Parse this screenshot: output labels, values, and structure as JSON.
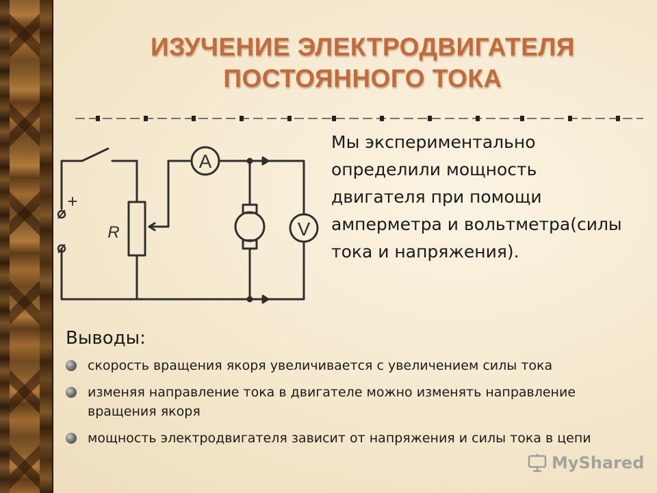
{
  "slide": {
    "title_lines": [
      "ИЗУЧЕНИЕ  ЭЛЕКТРОДВИГАТЕЛЯ",
      "ПОСТОЯННОГО ТОКА"
    ],
    "description": "Мы экспериментально определили мощность двигателя при помощи амперметра и вольтметра(силы тока и напряжения).",
    "conclusions_heading": "Выводы:",
    "conclusions": [
      "скорость вращения якоря увеличивается с увеличением силы тока",
      "изменяя направление тока в двигателе можно  изменять направление вращения якоря",
      "мощность электродвигателя зависит от напряжения и силы тока в цепи"
    ]
  },
  "circuit": {
    "ammeter_label": "A",
    "voltmeter_label": "V",
    "resistor_label": "R",
    "plus_label": "+",
    "terminal_symbol": "⌀"
  },
  "watermark": {
    "text": "MyShared",
    "icon": "presentation-board-icon"
  },
  "colors": {
    "title": "#c46a3a",
    "background": "#f6ecd5",
    "side_strip": "#5a3a1a"
  }
}
